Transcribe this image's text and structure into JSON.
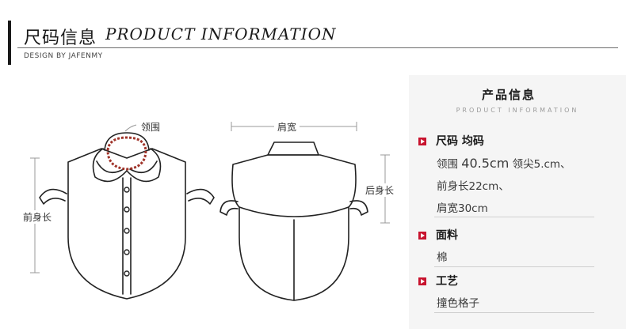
{
  "header": {
    "title_cn": "尺码信息",
    "title_en": "PRODUCT INFORMATION",
    "subtitle": "DESIGN BY JAFENMY"
  },
  "diagram": {
    "front_collar_label": "领围",
    "front_length_label": "前身长",
    "shoulder_label": "肩宽",
    "back_length_label": "后身长"
  },
  "panel": {
    "title": "产品信息",
    "subtitle": "PRODUCT INFORMATION",
    "sections": [
      {
        "heading": "尺码 均码",
        "lines": [
          {
            "a": "领围 ",
            "b": "40.5cm",
            "c": " 领尖5.cm、"
          },
          {
            "a": "前身长22cm、",
            "b": "",
            "c": ""
          },
          {
            "a": "肩宽30cm",
            "b": "",
            "c": ""
          }
        ]
      },
      {
        "heading": "面料",
        "lines": [
          {
            "a": "棉",
            "b": "",
            "c": ""
          }
        ]
      },
      {
        "heading": "工艺",
        "lines": [
          {
            "a": "撞色格子",
            "b": "",
            "c": ""
          }
        ]
      }
    ]
  },
  "colors": {
    "accent": "#c8132e",
    "panel_bg": "#f5f5f5",
    "collar_highlight": "#a0342a"
  }
}
